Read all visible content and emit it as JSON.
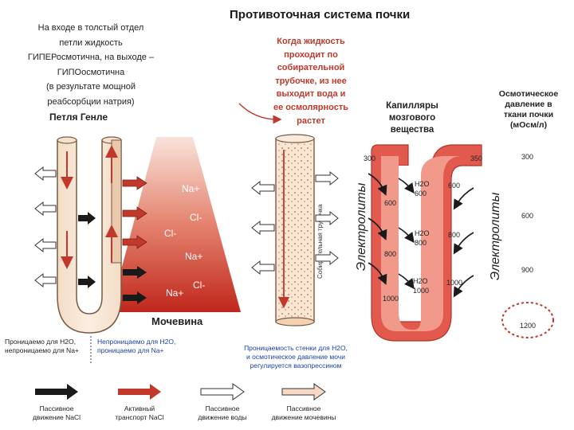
{
  "title": "Противоточная система почки",
  "intro_lines": [
    "На входе в толстый отдел",
    "петли жидкость",
    "ГИПЕРосмотична, на выходе –",
    "ГИПОосмотична",
    "(в результате мощной",
    "реабсорбции натрия)"
  ],
  "loop_label": "Петля Генле",
  "collecting_lines": [
    "Когда жидкость",
    "проходит по",
    "собирательной",
    "трубочке, из нее",
    "выходит вода и",
    "ее осмолярность",
    "растет"
  ],
  "collecting_tube_label": "Собирательная трубочка",
  "capillaries_lines": [
    "Капилляры",
    "мозгового",
    "вещества"
  ],
  "osmotic_lines": [
    "Осмотическое",
    "давление в",
    "ткани почки",
    "(мОсм/л)"
  ],
  "electrolytes_label": "Электролиты",
  "ions": {
    "na1": "Na+",
    "cl1": "Cl-",
    "cl2": "Cl-",
    "na2": "Na+",
    "na3": "Na+",
    "cl3": "Cl-"
  },
  "urea_label": "Мочевина",
  "water_label": "H2O",
  "capillary_left_values": [
    "300",
    "600",
    "800",
    "1000"
  ],
  "capillary_mid_values": [
    "600",
    "800",
    "1000"
  ],
  "capillary_right_values": [
    "350",
    "600",
    "800",
    "1000"
  ],
  "osmotic_scale": [
    "300",
    "600",
    "900",
    "1200"
  ],
  "notes": {
    "permeable_water": "Проницаемо для H2O,",
    "impermeable_na": "непроницаемо для Na+",
    "impermeable_water": "Непроницаемо для H2O,",
    "permeable_na": "проницаемо для Na+",
    "vasopressin_1": "Проницаемость стенки для H2O,",
    "vasopressin_2": "и осмотическое давление мочи",
    "vasopressin_3": "регулируется вазопрессином"
  },
  "legend": [
    {
      "line1": "Пассивное",
      "line2": "движение NaCl",
      "color": "#1a1a1a"
    },
    {
      "line1": "Активный",
      "line2": "транспорт NaCl",
      "color": "#c0392b"
    },
    {
      "line1": "Пассивное",
      "line2": "движение воды",
      "color": "#ffffff"
    },
    {
      "line1": "Пассивное",
      "line2": "движение мочевины",
      "color": "#f5d9c4"
    }
  ]
}
